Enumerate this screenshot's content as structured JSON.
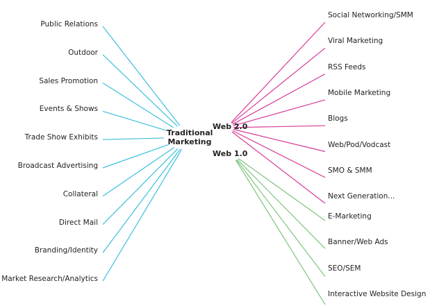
{
  "hubs": {
    "traditional": "Traditional Marketing",
    "web2": "Web 2.0",
    "web1": "Web 1.0"
  },
  "traditional_items": [
    "Public Relations",
    "Outdoor",
    "Sales Promotion",
    "Events & Shows",
    "Trade Show Exhibits",
    "Broadcast Advertising",
    "Collateral",
    "Direct Mail",
    "Branding/Identity",
    "Market Research/Analytics"
  ],
  "web2_items": [
    "Social Networking/SMM",
    "Viral Marketing",
    "RSS Feeds",
    "Mobile Marketing",
    "Blogs",
    "Web/Pod/Vodcast",
    "SMO & SMM",
    "Next Generation..."
  ],
  "web1_items": [
    "E-Marketing",
    "Banner/Web Ads",
    "SEO/SEM",
    "Interactive Website Design"
  ],
  "colors": {
    "traditional": "#3bbfdc",
    "web2": "#d63a96",
    "web1": "#7cc47c"
  }
}
